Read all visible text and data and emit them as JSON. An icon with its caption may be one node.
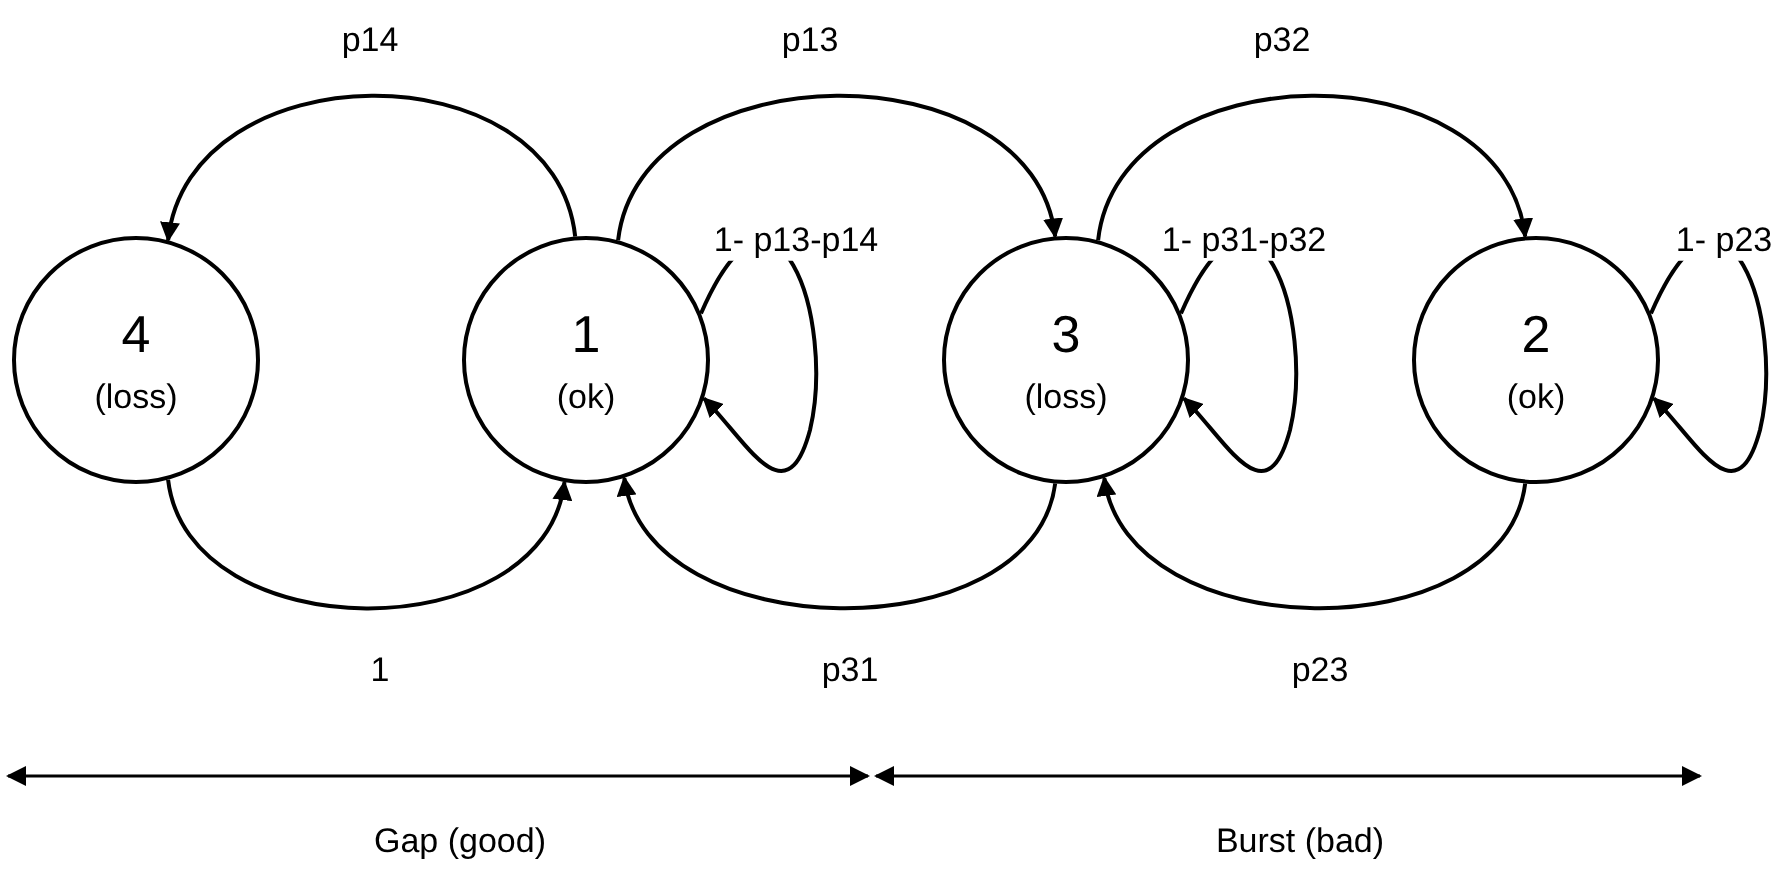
{
  "diagram": {
    "nodes": [
      {
        "text": [
          "4",
          "(loss)"
        ]
      },
      {
        "text": [
          "1",
          "(ok)"
        ]
      },
      {
        "text": [
          "3",
          "(loss)"
        ]
      },
      {
        "text": [
          "2",
          "(ok)"
        ]
      }
    ],
    "edges": [
      {
        "from": 1,
        "to": 0,
        "arrow": "to",
        "label": "p14"
      },
      {
        "from": 1,
        "to": 2,
        "arrow": "to",
        "label": "p13"
      },
      {
        "from": 1,
        "to": 1,
        "arrow": "to",
        "label": "1- p13-p14"
      },
      {
        "from": 2,
        "to": 3,
        "arrow": "to",
        "label": "p32"
      },
      {
        "from": 2,
        "to": 2,
        "arrow": "to",
        "label": "1- p31-p32"
      },
      {
        "from": 3,
        "to": 3,
        "arrow": "to",
        "label": "1- p23"
      },
      {
        "from": 0,
        "to": 1,
        "arrow": "to",
        "label": "1"
      },
      {
        "from": 2,
        "to": 1,
        "arrow": "to",
        "label": "p31"
      },
      {
        "from": 3,
        "to": 2,
        "arrow": "to",
        "label": "p23"
      }
    ],
    "labels": [
      "Gap (good)",
      "Burst (bad)"
    ]
  }
}
